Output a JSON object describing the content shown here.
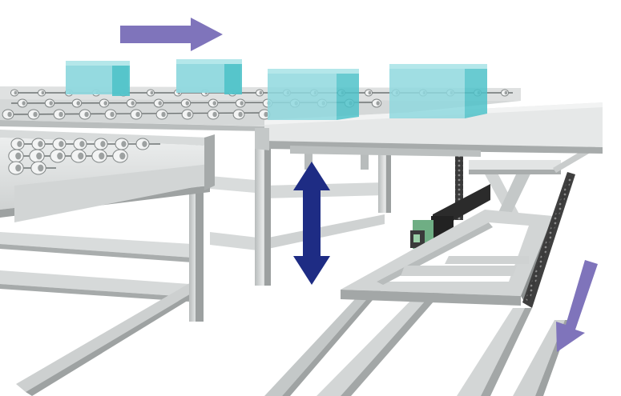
{
  "diagram": {
    "type": "conveyor-transfer-illustration",
    "labels": [],
    "colors": {
      "background": "#ffffff",
      "frame_light": "#e4e6e6",
      "frame_mid": "#c9cccc",
      "frame_dark": "#9da1a1",
      "frame_edge": "#7f8484",
      "box_face": "#8fd8de",
      "box_top": "#b4e7ea",
      "box_side": "#4fc2c9",
      "flow_arrow": "#7f74bb",
      "lift_arrow": "#1e2c84",
      "motor_green": "#6fae84",
      "motor_dark": "#2b2b2b",
      "rail_dark": "#3f3f3f"
    },
    "arrows": [
      {
        "name": "conveyor-flow",
        "direction": "right"
      },
      {
        "name": "lift-motion",
        "direction": "up-down"
      },
      {
        "name": "transfer-flow",
        "direction": "down-left"
      }
    ],
    "boxes_count": 4
  }
}
